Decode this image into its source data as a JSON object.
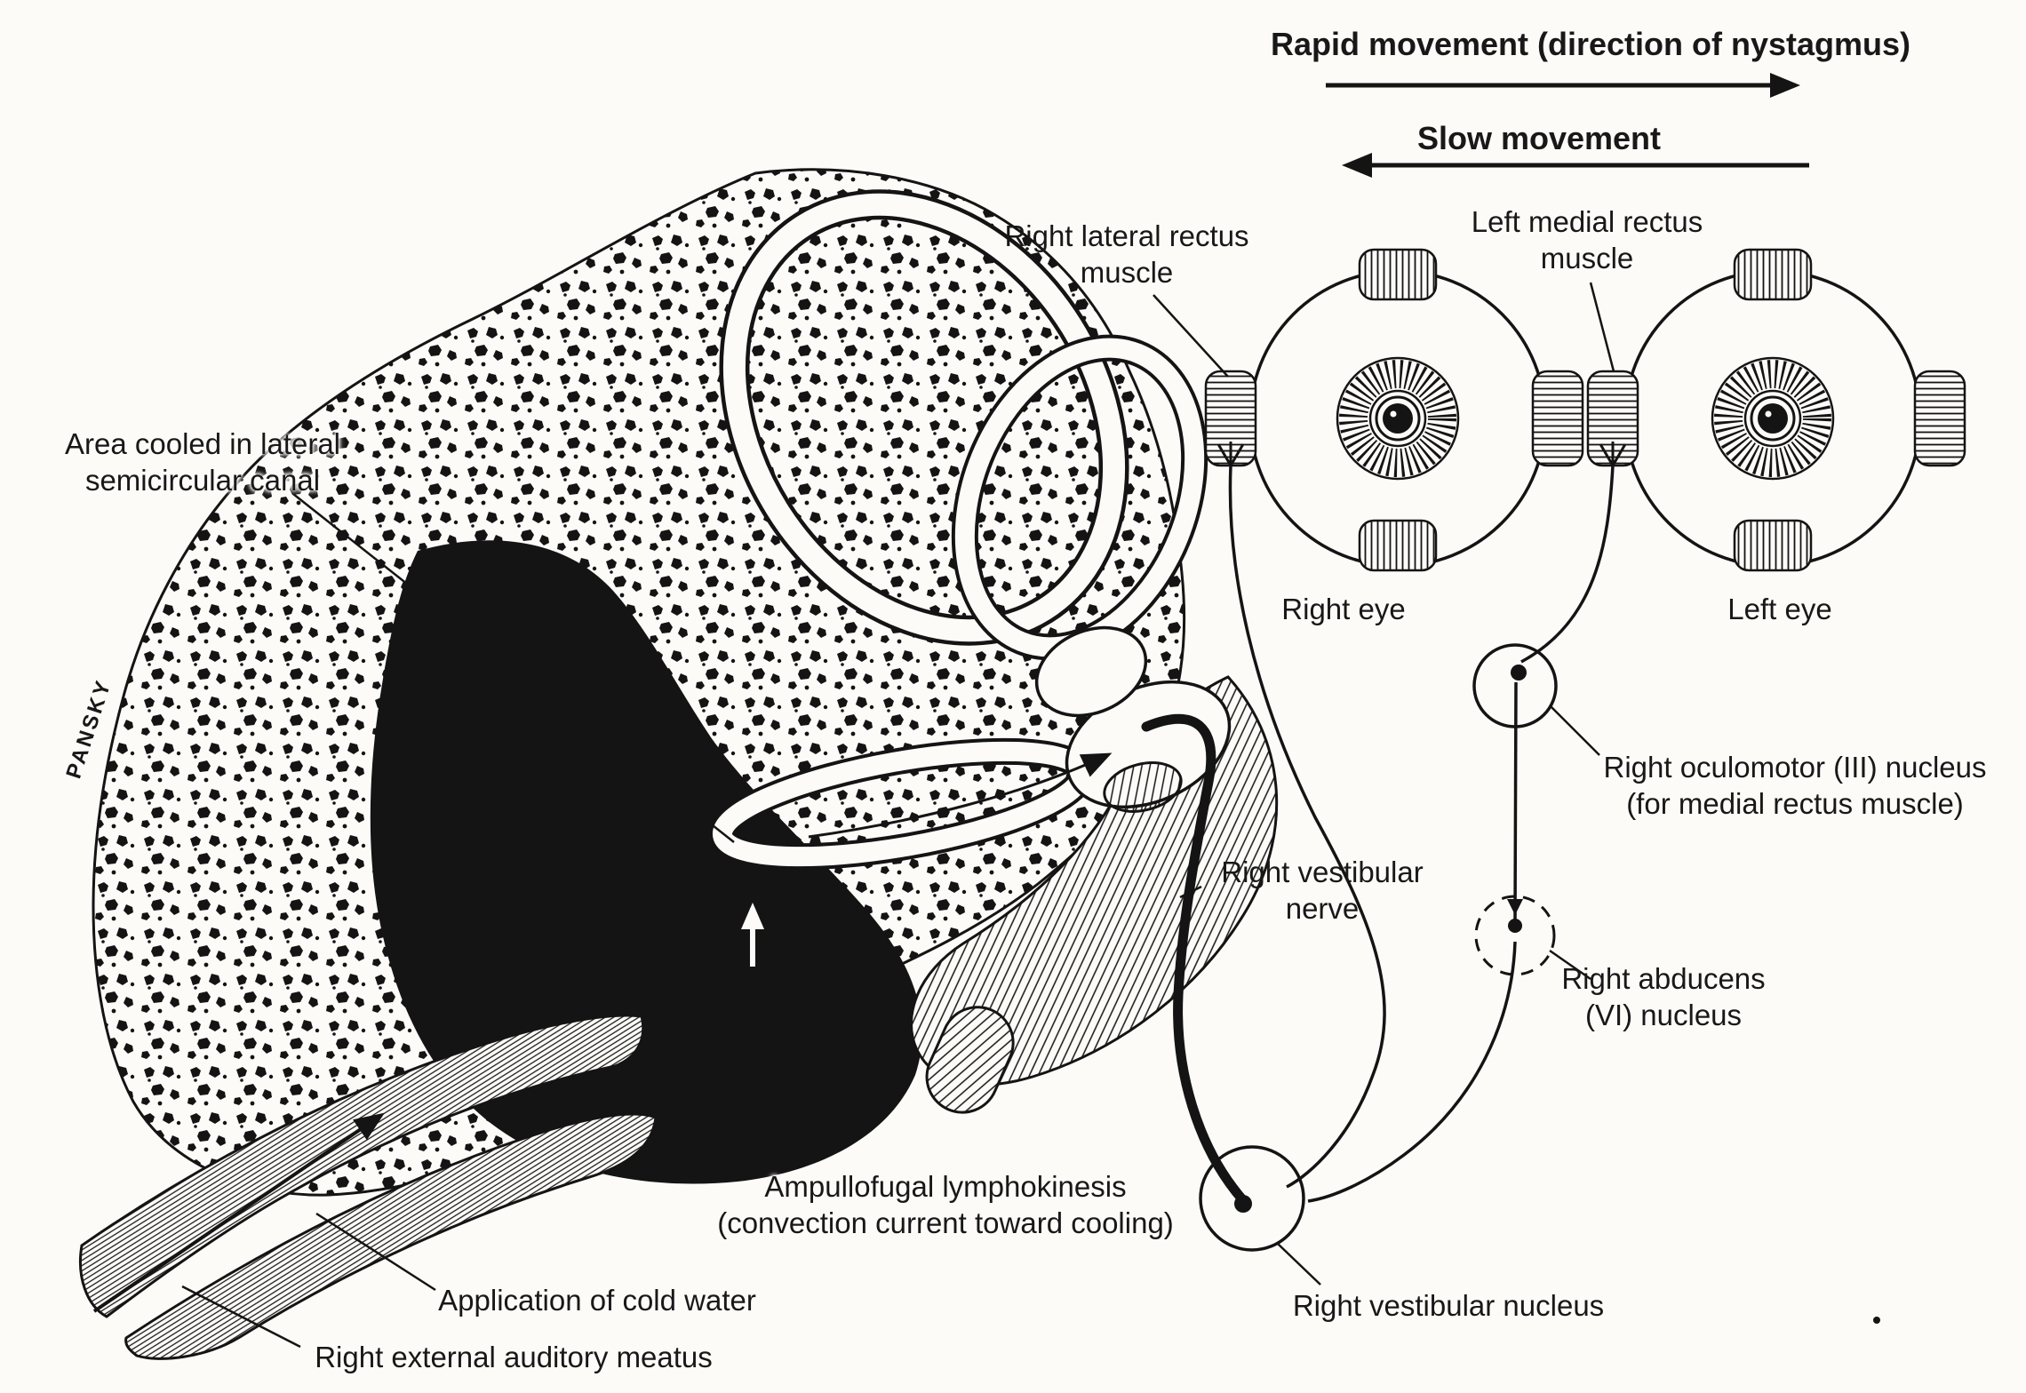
{
  "colors": {
    "ink": "#181818",
    "paper": "#fcfbf8"
  },
  "movement": {
    "rapid": "Rapid movement (direction of nystagmus)",
    "slow": "Slow movement"
  },
  "eye_labels": {
    "right_lateral_rectus_1": "Right lateral rectus",
    "right_lateral_rectus_2": "muscle",
    "left_medial_rectus_1": "Left medial rectus",
    "left_medial_rectus_2": "muscle",
    "right_eye": "Right eye",
    "left_eye": "Left eye"
  },
  "pathway_labels": {
    "oculomotor_1": "Right oculomotor (III) nucleus",
    "oculomotor_2": "(for medial rectus muscle)",
    "vestibular_nerve_1": "Right vestibular",
    "vestibular_nerve_2": "nerve",
    "abducens_1": "Right abducens",
    "abducens_2": "(VI) nucleus",
    "vestibular_nucleus": "Right vestibular nucleus"
  },
  "ear_labels": {
    "area_cooled_1": "Area cooled in lateral",
    "area_cooled_2": "semicircular canal",
    "ampullofugal_1": "Ampullofugal lymphokinesis",
    "ampullofugal_2": "(convection current toward cooling)",
    "application": "Application of cold water",
    "meatus": "Right external auditory meatus",
    "signature": "PANSKY"
  }
}
